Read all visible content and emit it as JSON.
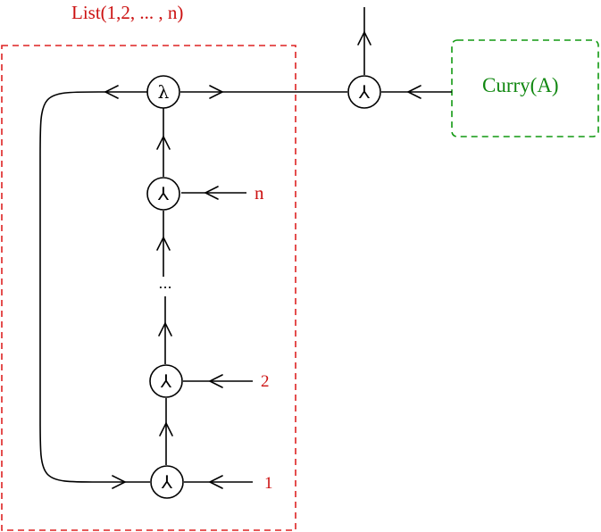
{
  "list_box": {
    "title": "List(1,2, ... , n)",
    "border_color": "#dd2222"
  },
  "curry_box": {
    "label": "Curry(A)",
    "border_color": "#119911"
  },
  "nodes": {
    "lambda_symbol": "λ",
    "apply_symbol": "⅄"
  },
  "inputs": {
    "n": "n",
    "two": "2",
    "one": "1"
  },
  "ellipsis": "..."
}
